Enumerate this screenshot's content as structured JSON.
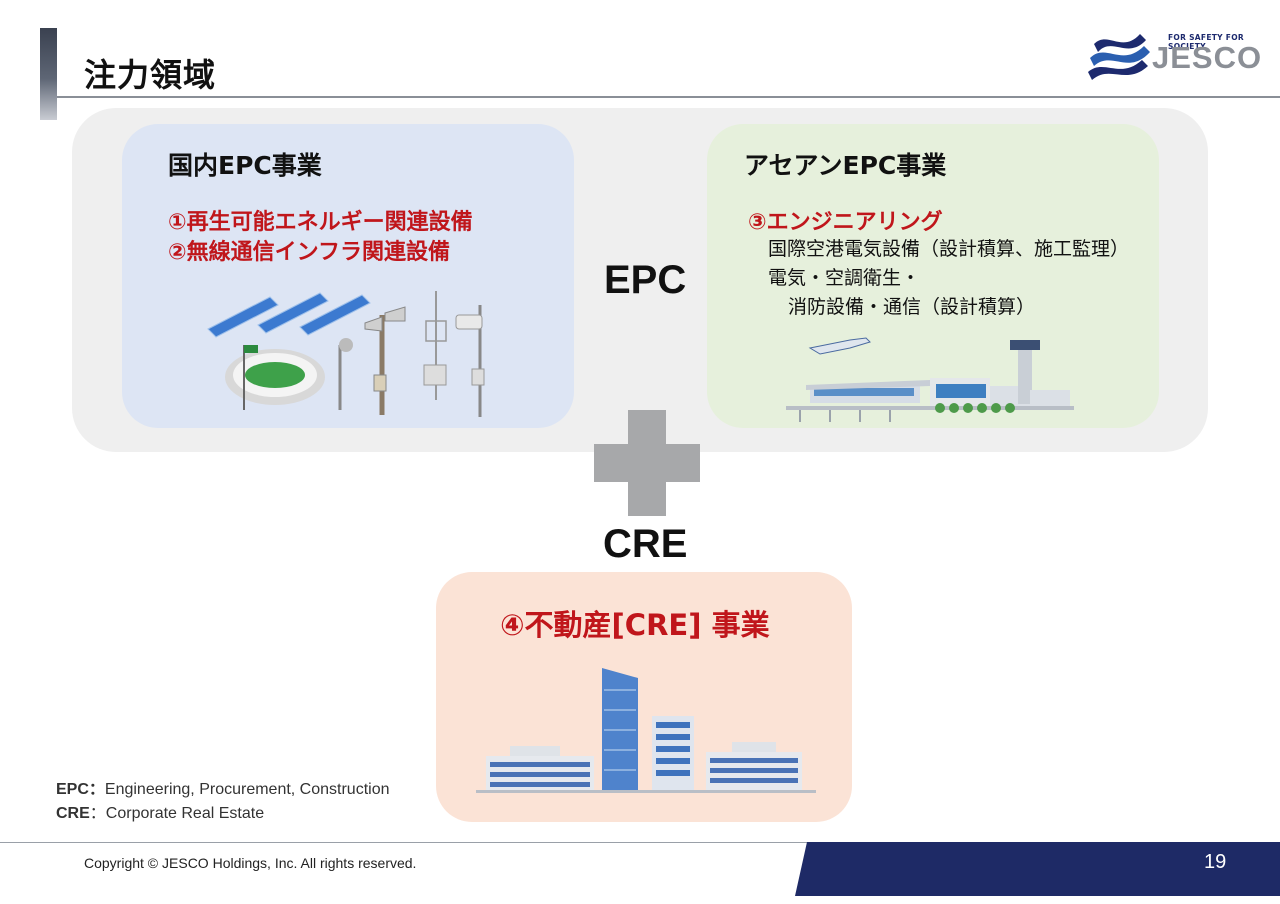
{
  "header": {
    "title": "注力領域"
  },
  "logo": {
    "tagline": "FOR SAFETY FOR SOCIETY",
    "wordmark": "JESCO"
  },
  "domestic": {
    "heading": "国内EPC事業",
    "items": [
      "①再生可能エネルギー関連設備",
      "②無線通信インフラ関連設備"
    ]
  },
  "asean": {
    "heading": "アセアンEPC事業",
    "highlight": "③エンジニアリング",
    "lines": [
      "国際空港電気設備（設計積算、施工監理）",
      "電気・空調衛生・",
      "消防設備・通信（設計積算）"
    ]
  },
  "center": {
    "epc": "EPC",
    "cre": "CRE"
  },
  "realestate": {
    "heading": "④不動産[CRE] 事業"
  },
  "footnotes": {
    "epc_abbr": "EPC：",
    "epc_full": "Engineering, Procurement, Construction",
    "cre_abbr": "CRE",
    "cre_full": "：Corporate Real Estate"
  },
  "footer": {
    "copyright": "Copyright © JESCO Holdings, Inc.  All rights reserved.",
    "page": "19"
  },
  "colors": {
    "accent_red": "#c0161b",
    "navy": "#1e2a66",
    "panel_blue": "#dde5f4",
    "panel_green": "#e6f0dc",
    "panel_pink": "#fbe3d6"
  }
}
